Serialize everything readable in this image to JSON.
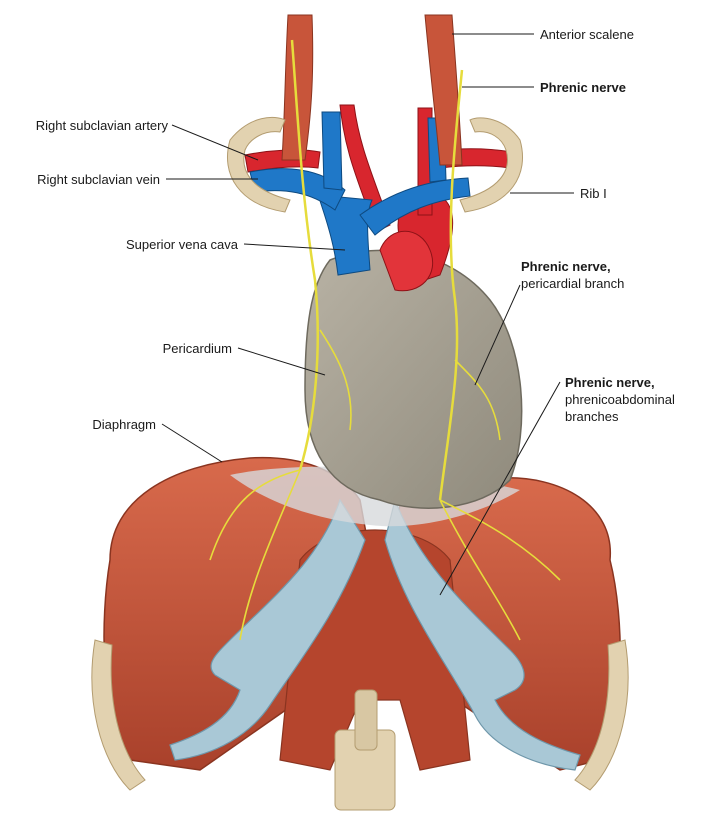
{
  "labels": {
    "anterior_scalene": "Anterior scalene",
    "phrenic_nerve": "Phrenic nerve",
    "right_subclavian_artery": "Right subclavian artery",
    "right_subclavian_vein": "Right subclavian vein",
    "rib_1": "Rib I",
    "superior_vena_cava": "Superior vena cava",
    "phrenic_pericardial_title": "Phrenic nerve,",
    "phrenic_pericardial_sub": "pericardial branch",
    "pericardium": "Pericardium",
    "phrenic_abdominal_title": "Phrenic nerve,",
    "phrenic_abdominal_sub1": "phrenicoabdominal",
    "phrenic_abdominal_sub2": "branches",
    "diaphragm": "Diaphragm"
  },
  "colors": {
    "muscle": "#c8553a",
    "muscle_dark": "#9e3a26",
    "vein": "#1f78c8",
    "artery": "#d8262e",
    "nerve": "#e6dc3c",
    "pericardium": "#a8a294",
    "tendon": "#a9c8d6",
    "bone": "#e2d2b0"
  }
}
